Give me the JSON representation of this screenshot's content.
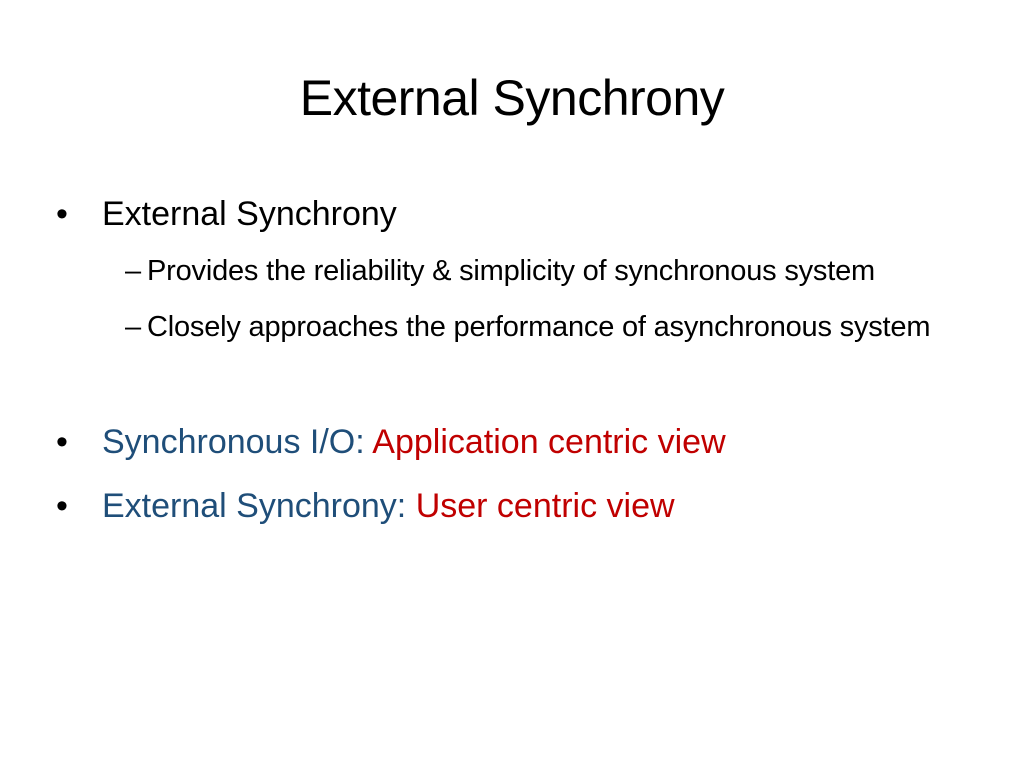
{
  "slide": {
    "title": "External Synchrony",
    "bullets": [
      {
        "mark": "•",
        "text": "External Synchrony",
        "subs": [
          {
            "mark": "–",
            "text": "Provides the reliability & simplicity of synchronous system"
          },
          {
            "mark": "–",
            "text": "Closely approaches the performance of asynchronous system"
          }
        ]
      },
      {
        "mark": "•",
        "lead": "Synchronous I/O: ",
        "emphasis": "Application centric view"
      },
      {
        "mark": "•",
        "lead": "External Synchrony: ",
        "emphasis": "User centric view"
      }
    ]
  },
  "colors": {
    "text": "#000000",
    "lead_blue": "#1F4E79",
    "emphasis_red": "#C00000",
    "background": "#FFFFFF"
  }
}
